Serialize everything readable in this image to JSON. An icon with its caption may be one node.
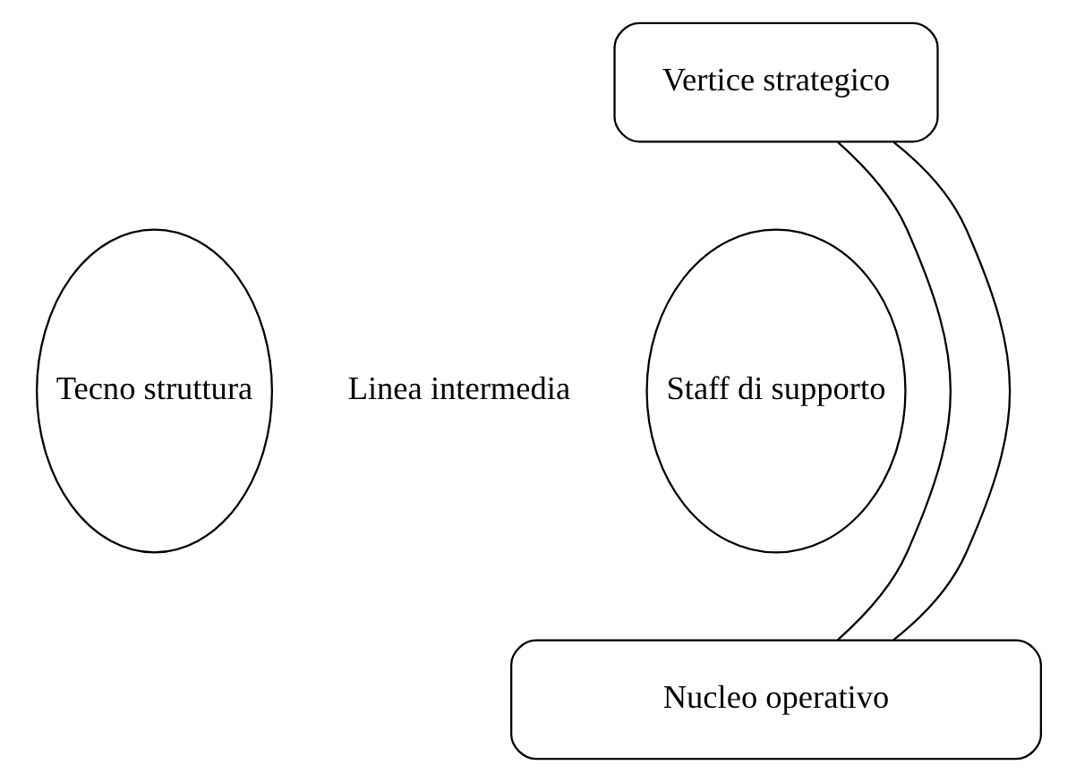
{
  "diagram": {
    "nodes": [
      {
        "text": [
          "Vertice strategico"
        ]
      },
      {
        "text": [
          "Tecno struttura"
        ]
      },
      {
        "text": [
          "Staff di supporto"
        ]
      },
      {
        "text": [
          "Nucleo operativo"
        ]
      }
    ],
    "edges": [
      {
        "from": 0,
        "to": 3,
        "arrow": "none"
      },
      {
        "from": 0,
        "to": 3,
        "arrow": "none"
      }
    ],
    "labels": [
      "Linea intermedia"
    ]
  }
}
